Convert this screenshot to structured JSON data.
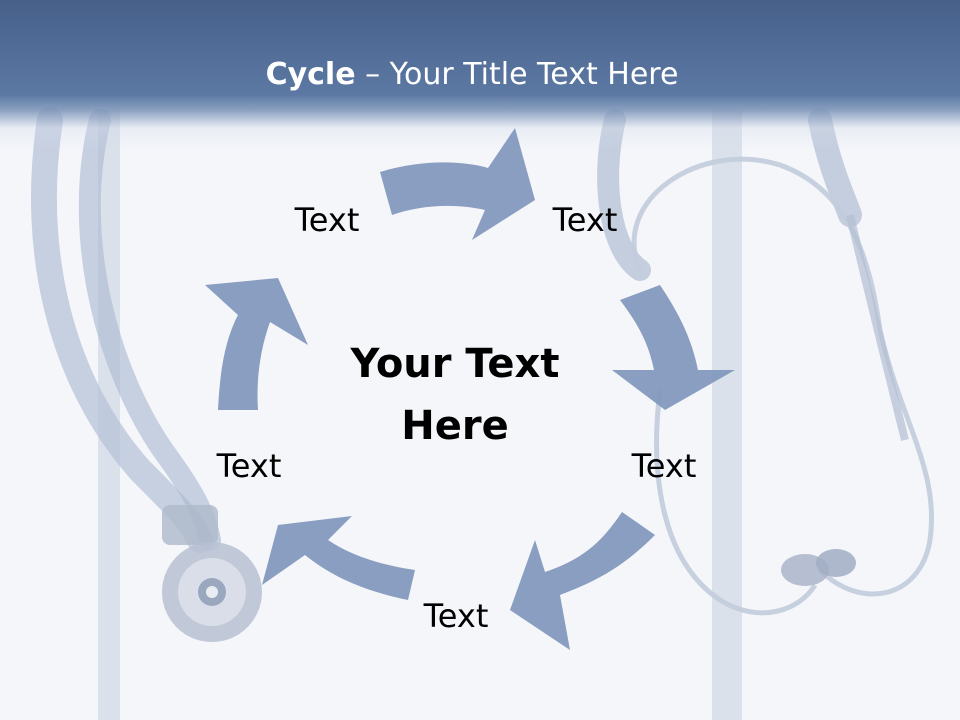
{
  "slide": {
    "title_bold": "Cycle",
    "title_rest": " – Your Title Text Here",
    "center_text": "Your Text Here"
  },
  "cycle": {
    "nodes": [
      {
        "label": "Text"
      },
      {
        "label": "Text"
      },
      {
        "label": "Text"
      },
      {
        "label": "Text"
      },
      {
        "label": "Text"
      }
    ]
  },
  "colors": {
    "title_bar": "#5c79a3",
    "arrow": "#8399bd",
    "stethoscope": "#b9c5d9",
    "background": "#f4f6fa"
  }
}
